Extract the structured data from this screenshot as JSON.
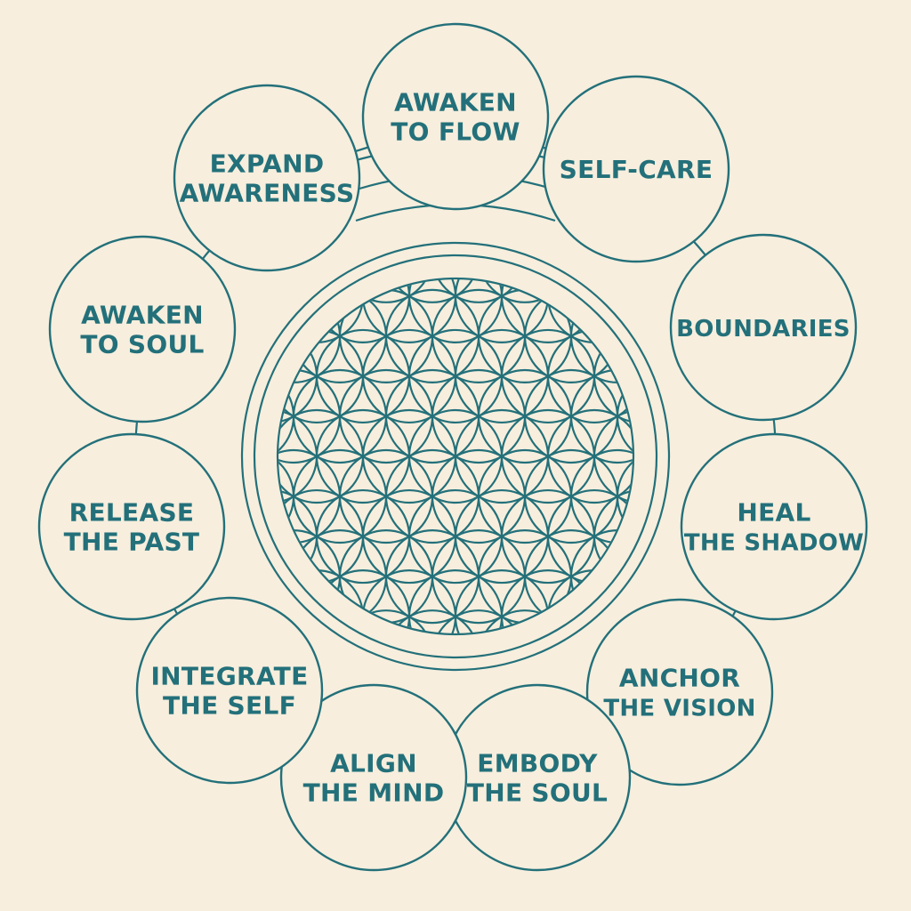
{
  "colors": {
    "background": "#f7eedd",
    "stroke": "#23707a",
    "text": "#23707a"
  },
  "nodes": [
    {
      "id": "awaken-to-flow",
      "lines": [
        "AWAKEN",
        "TO FLOW"
      ]
    },
    {
      "id": "self-care",
      "lines": [
        "SELF-CARE"
      ]
    },
    {
      "id": "boundaries",
      "lines": [
        "BOUNDARIES"
      ]
    },
    {
      "id": "heal-the-shadow",
      "lines": [
        "HEAL",
        "THE SHADOW"
      ]
    },
    {
      "id": "anchor-the-vision",
      "lines": [
        "ANCHOR",
        "THE VISION"
      ]
    },
    {
      "id": "embody-the-soul",
      "lines": [
        "EMBODY",
        "THE SOUL"
      ]
    },
    {
      "id": "align-the-mind",
      "lines": [
        "ALIGN",
        "THE MIND"
      ]
    },
    {
      "id": "integrate-the-self",
      "lines": [
        "INTEGRATE",
        "THE SELF"
      ]
    },
    {
      "id": "release-the-past",
      "lines": [
        "RELEASE",
        "THE PAST"
      ]
    },
    {
      "id": "awaken-to-soul",
      "lines": [
        "AWAKEN",
        "TO SOUL"
      ]
    },
    {
      "id": "expand-awareness",
      "lines": [
        "EXPAND",
        "AWARENESS"
      ]
    }
  ],
  "center_symbol": "flower-of-life-icon"
}
